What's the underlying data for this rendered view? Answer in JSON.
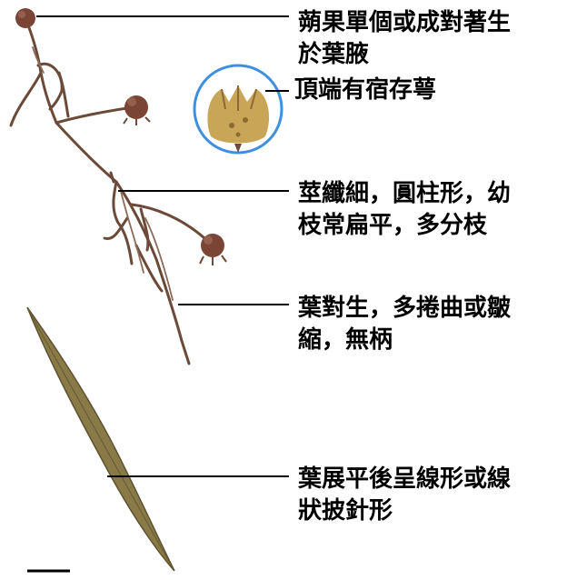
{
  "colors": {
    "text": "#000000",
    "stem": "#6b4a3a",
    "capsule": "#7a4535",
    "leaf": "#8a7a48",
    "calyx_ring": "#3f8fe0",
    "calyx_fill": "#c9a557"
  },
  "labels": {
    "capsule": "蒴果單個或成對著生\n於葉腋",
    "calyx": "頂端有宿存萼",
    "stem": "莖纖細，圓柱形，幼\n枝常扁平，多分枝",
    "leaf": "葉對生，多捲曲或皺\n縮，無柄",
    "blade": "葉展平後呈線形或線\n狀披針形"
  }
}
